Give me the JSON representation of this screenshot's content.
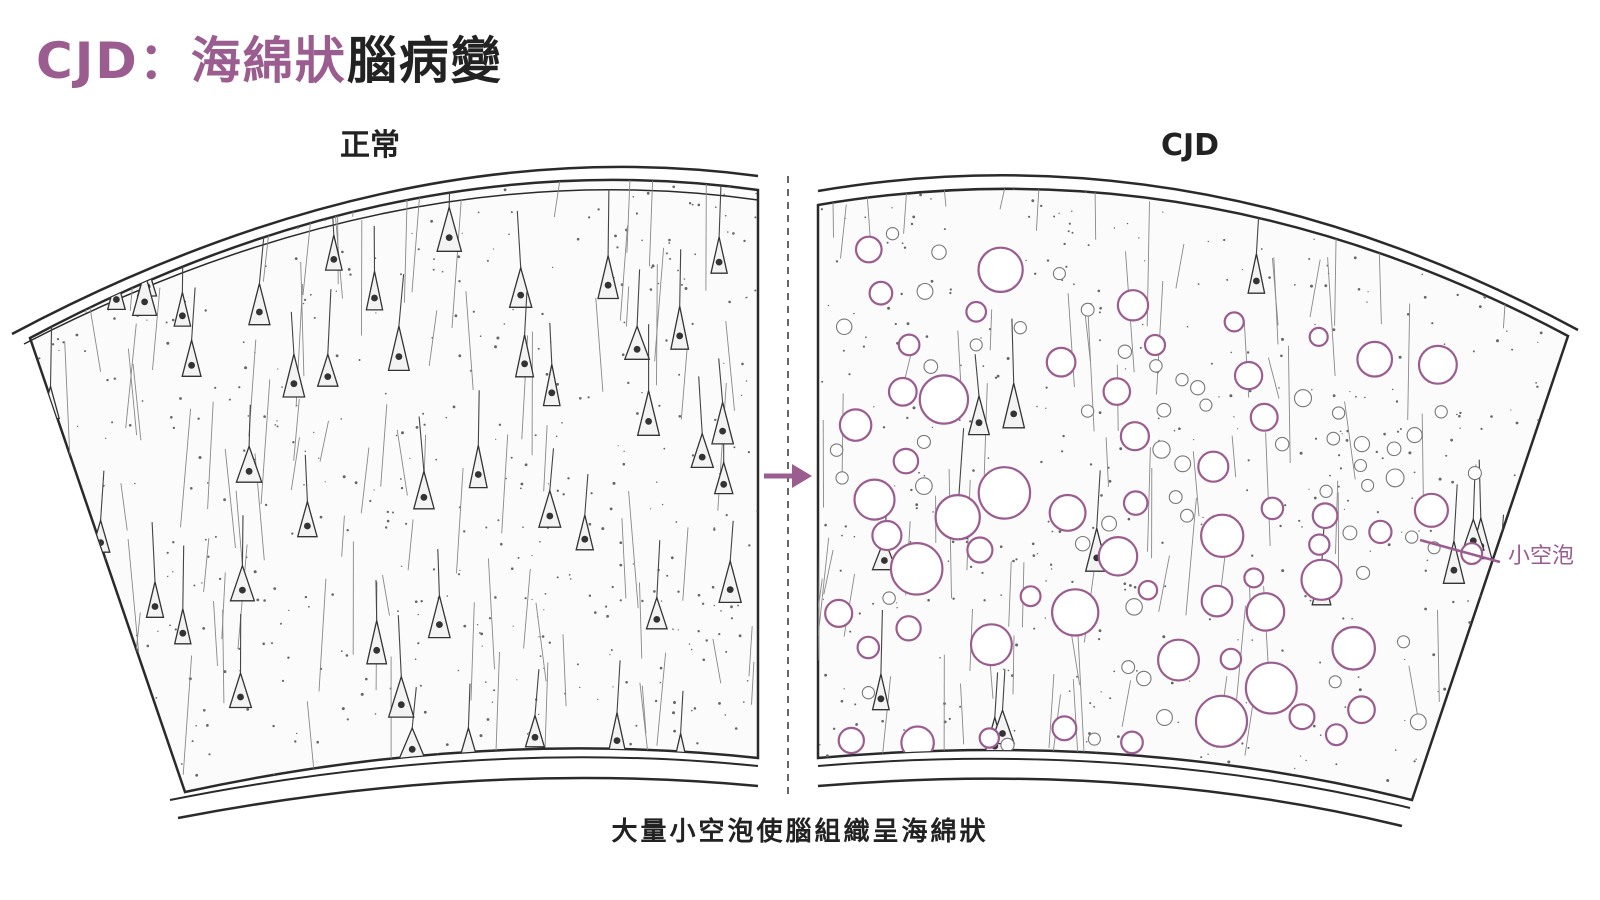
{
  "title": {
    "highlight": "CJD：海綿狀",
    "rest": "腦病變"
  },
  "panels": {
    "normal_label": "正常",
    "cjd_label": "CJD"
  },
  "annotation": {
    "vacuole": "小空泡"
  },
  "caption": "大量小空泡使腦組織呈海綿狀",
  "colors": {
    "accent": "#9b5d8f",
    "ink": "#222222",
    "background": "#ffffff"
  },
  "icons": {
    "transition": "arrow-right-icon"
  }
}
